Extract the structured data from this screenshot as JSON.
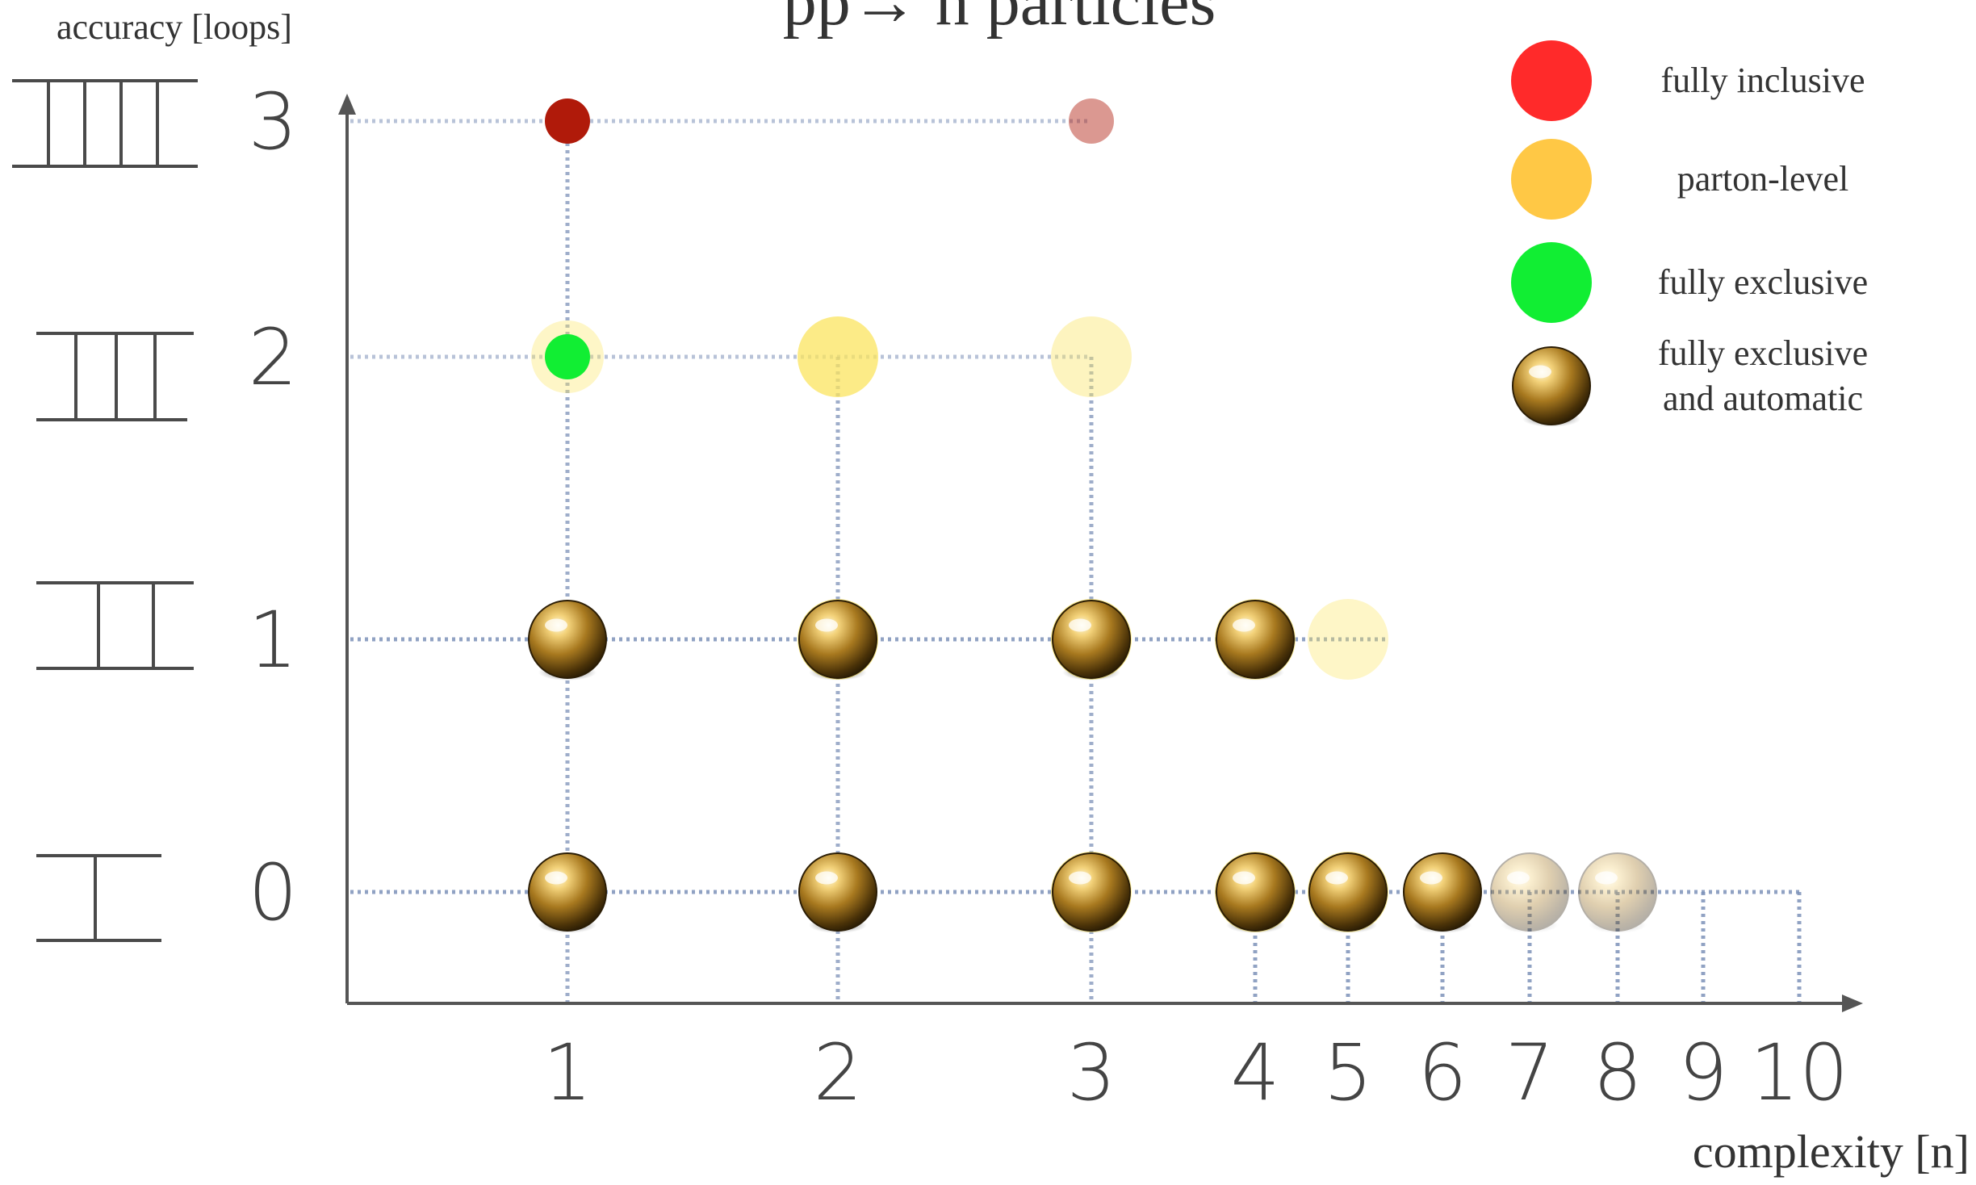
{
  "chart_data": {
    "type": "scatter",
    "title": "pp→ n particles",
    "xlabel": "complexity  [n]",
    "ylabel": "accuracy [loops]",
    "x_ticks": [
      "1",
      "2",
      "3",
      "4",
      "5",
      "6",
      "7",
      "8",
      "9",
      "10"
    ],
    "y_ticks": [
      "0",
      "1",
      "2",
      "3"
    ],
    "xlim": [
      1,
      10
    ],
    "ylim": [
      0,
      3
    ],
    "grid": "dotted guide lines",
    "legend_position": "top-right",
    "legend": [
      {
        "label": "fully inclusive",
        "style": "red",
        "color": "#ff2a2a"
      },
      {
        "label": "parton-level",
        "style": "orange",
        "color": "#ffc845"
      },
      {
        "label": "fully exclusive",
        "style": "green",
        "color": "#11ee33"
      },
      {
        "label": "fully exclusive\nand automatic",
        "style": "gold",
        "color": "#b08a2a"
      }
    ],
    "series": [
      {
        "name": "fully inclusive",
        "style": "red",
        "points": [
          {
            "x": 1,
            "y": 3,
            "opacity": 1.0
          },
          {
            "x": 3,
            "y": 3,
            "opacity": 0.45
          }
        ]
      },
      {
        "name": "parton-level",
        "style": "yellow",
        "points": [
          {
            "x": 1,
            "y": 2,
            "opacity": 0.35
          },
          {
            "x": 2,
            "y": 2,
            "opacity": 0.75
          },
          {
            "x": 3,
            "y": 2,
            "opacity": 0.4
          },
          {
            "x": 2,
            "y": 1,
            "opacity": 0.7
          },
          {
            "x": 3,
            "y": 1,
            "opacity": 0.7
          },
          {
            "x": 4,
            "y": 1,
            "opacity": 0.6
          },
          {
            "x": 5,
            "y": 1,
            "opacity": 0.35
          },
          {
            "x": 3,
            "y": 0,
            "opacity": 0.6
          },
          {
            "x": 4,
            "y": 0,
            "opacity": 0.6
          },
          {
            "x": 5,
            "y": 0,
            "opacity": 0.6
          }
        ]
      },
      {
        "name": "fully exclusive",
        "style": "green",
        "points": [
          {
            "x": 1,
            "y": 2,
            "opacity": 1.0
          },
          {
            "x": 1,
            "y": 1,
            "opacity": 1.0
          }
        ]
      },
      {
        "name": "fully exclusive and automatic",
        "style": "gold",
        "points": [
          {
            "x": 1,
            "y": 1,
            "opacity": 1.0
          },
          {
            "x": 2,
            "y": 1,
            "opacity": 1.0
          },
          {
            "x": 3,
            "y": 1,
            "opacity": 1.0
          },
          {
            "x": 4,
            "y": 1,
            "opacity": 1.0
          },
          {
            "x": 1,
            "y": 0,
            "opacity": 1.0
          },
          {
            "x": 2,
            "y": 0,
            "opacity": 1.0
          },
          {
            "x": 3,
            "y": 0,
            "opacity": 1.0
          },
          {
            "x": 4,
            "y": 0,
            "opacity": 1.0
          },
          {
            "x": 5,
            "y": 0,
            "opacity": 1.0
          },
          {
            "x": 6,
            "y": 0,
            "opacity": 1.0
          },
          {
            "x": 7,
            "y": 0,
            "opacity": 0.35
          },
          {
            "x": 8,
            "y": 0,
            "opacity": 0.35
          }
        ]
      }
    ]
  }
}
